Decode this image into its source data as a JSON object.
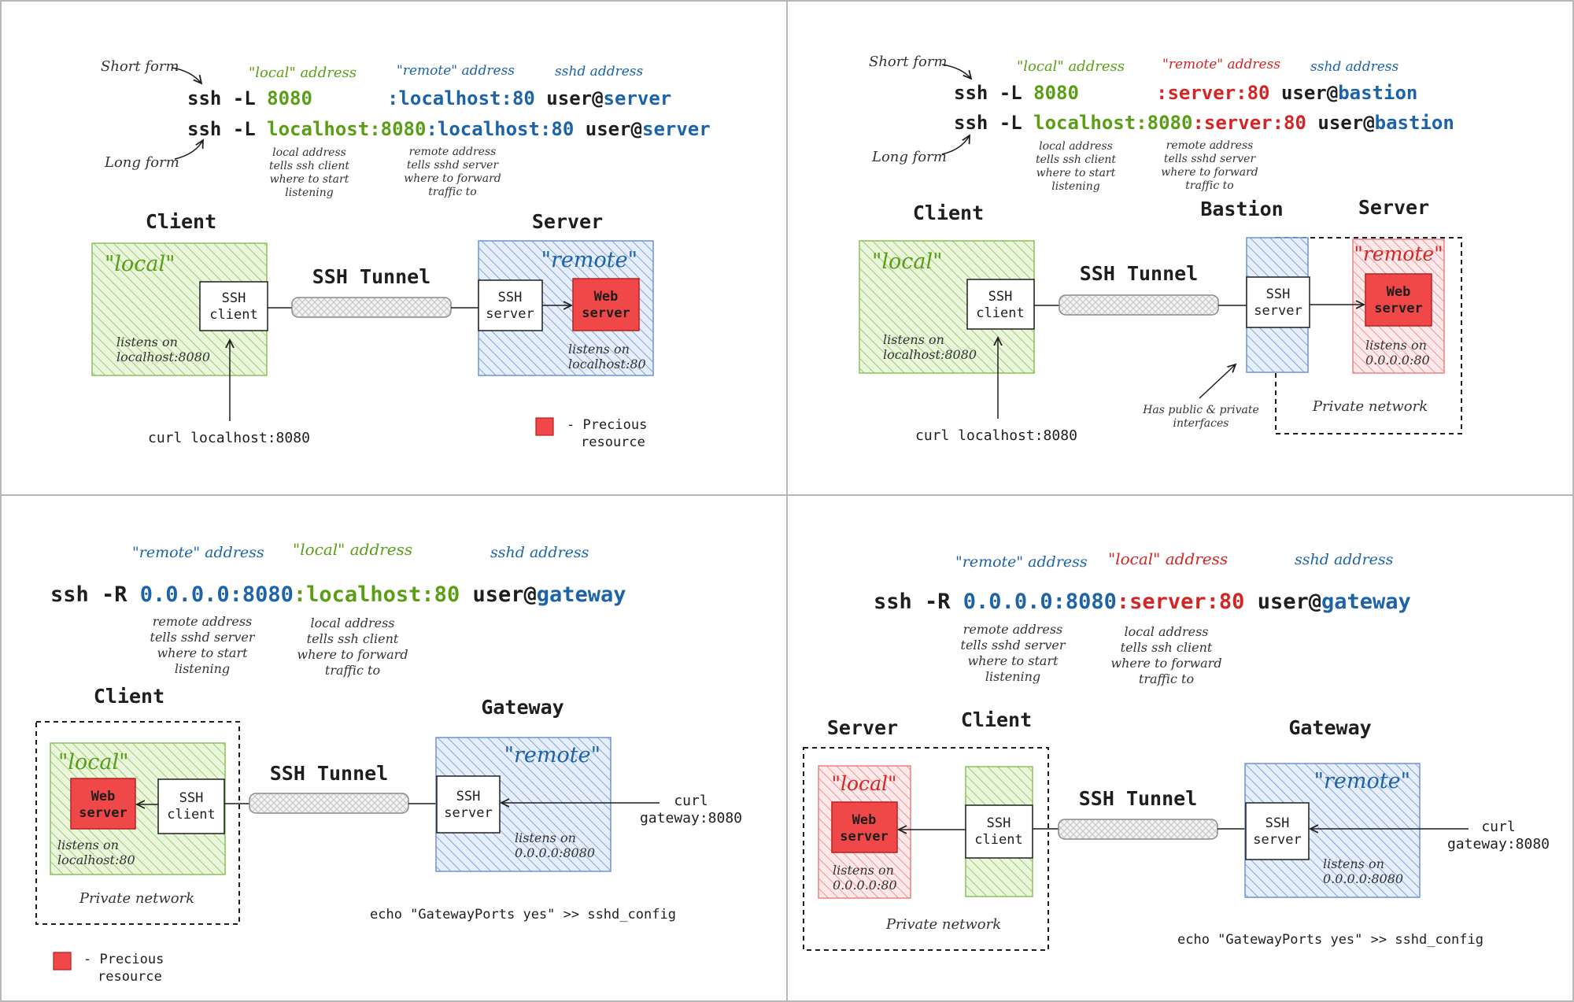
{
  "colors": {
    "local_green": "#5a9e16",
    "remote_blue": "#1c63a8",
    "precious_red": "#d42525",
    "resource_fill": "#f04848",
    "text": "#1e1e1e"
  },
  "panels": {
    "tl": {
      "short_form_label": "Short form",
      "long_form_label": "Long form",
      "hdr_local": "\"local\" address",
      "hdr_remote": "\"remote\" address",
      "hdr_sshd": "sshd address",
      "cmd_short": {
        "prefix": "ssh -L ",
        "local": "8080",
        "remote": ":localhost:80",
        "user": " user@",
        "host": "server"
      },
      "cmd_long": {
        "prefix": "ssh -L ",
        "local": "localhost:8080",
        "remote": ":localhost:80",
        "user": " user@",
        "host": "server"
      },
      "note_local": [
        "local address",
        "tells ssh client",
        "where to start",
        "listening"
      ],
      "note_remote": [
        "remote address",
        "tells sshd server",
        "where to forward",
        "traffic to"
      ],
      "client_title": "Client",
      "server_title": "Server",
      "local_tag": "\"local\"",
      "remote_tag": "\"remote\"",
      "tunnel_label": "SSH Tunnel",
      "ssh_client": [
        "SSH",
        "client"
      ],
      "ssh_server": [
        "SSH",
        "server"
      ],
      "web_server": [
        "Web",
        "server"
      ],
      "client_listens": [
        "listens on",
        "localhost:8080"
      ],
      "server_listens": [
        "listens on",
        "localhost:80"
      ],
      "curl": "curl localhost:8080",
      "legend": [
        "- Precious",
        "resource"
      ]
    },
    "tr": {
      "short_form_label": "Short form",
      "long_form_label": "Long form",
      "hdr_local": "\"local\" address",
      "hdr_remote": "\"remote\" address",
      "hdr_sshd": "sshd address",
      "cmd_short": {
        "prefix": "ssh -L ",
        "local": "8080",
        "remote": ":server:80",
        "user": " user@",
        "host": "bastion"
      },
      "cmd_long": {
        "prefix": "ssh -L ",
        "local": "localhost:8080",
        "remote": ":server:80",
        "user": " user@",
        "host": "bastion"
      },
      "note_local": [
        "local address",
        "tells ssh client",
        "where to start",
        "listening"
      ],
      "note_remote": [
        "remote address",
        "tells sshd server",
        "where to forward",
        "traffic to"
      ],
      "client_title": "Client",
      "bastion_title": "Bastion",
      "server_title": "Server",
      "local_tag": "\"local\"",
      "remote_tag": "\"remote\"",
      "tunnel_label": "SSH Tunnel",
      "ssh_client": [
        "SSH",
        "client"
      ],
      "ssh_server": [
        "SSH",
        "server"
      ],
      "web_server": [
        "Web",
        "server"
      ],
      "client_listens": [
        "listens on",
        "localhost:8080"
      ],
      "server_listens": [
        "listens on",
        "0.0.0.0:80"
      ],
      "bastion_note": [
        "Has public & private",
        "interfaces"
      ],
      "private_network": "Private network",
      "curl": "curl localhost:8080"
    },
    "bl": {
      "hdr_remote": "\"remote\" address",
      "hdr_local": "\"local\" address",
      "hdr_sshd": "sshd address",
      "cmd": {
        "prefix": "ssh -R ",
        "remote": "0.0.0.0:8080",
        "local": ":localhost:80",
        "user": " user@",
        "host": "gateway"
      },
      "note_remote": [
        "remote address",
        "tells sshd server",
        "where to start",
        "listening"
      ],
      "note_local": [
        "local address",
        "tells ssh client",
        "where to forward",
        "traffic to"
      ],
      "client_title": "Client",
      "gateway_title": "Gateway",
      "local_tag": "\"local\"",
      "remote_tag": "\"remote\"",
      "tunnel_label": "SSH Tunnel",
      "ssh_client": [
        "SSH",
        "client"
      ],
      "ssh_server": [
        "SSH",
        "server"
      ],
      "web_server": [
        "Web",
        "server"
      ],
      "web_listens": [
        "listens on",
        "localhost:80"
      ],
      "gateway_listens": [
        "listens on",
        "0.0.0.0:8080"
      ],
      "private_network": "Private network",
      "curl": [
        "curl",
        "gateway:8080"
      ],
      "echo": "echo \"GatewayPorts yes\" >> sshd_config",
      "legend": [
        "- Precious",
        "resource"
      ]
    },
    "br": {
      "hdr_remote": "\"remote\" address",
      "hdr_local": "\"local\" address",
      "hdr_sshd": "sshd address",
      "cmd": {
        "prefix": "ssh -R ",
        "remote": "0.0.0.0:8080",
        "local": ":server:80",
        "user": " user@",
        "host": "gateway"
      },
      "note_remote": [
        "remote address",
        "tells sshd server",
        "where to start",
        "listening"
      ],
      "note_local": [
        "local address",
        "tells ssh client",
        "where to forward",
        "traffic to"
      ],
      "server_title": "Server",
      "client_title": "Client",
      "gateway_title": "Gateway",
      "local_tag": "\"local\"",
      "remote_tag": "\"remote\"",
      "tunnel_label": "SSH Tunnel",
      "ssh_client": [
        "SSH",
        "client"
      ],
      "ssh_server": [
        "SSH",
        "server"
      ],
      "web_server": [
        "Web",
        "server"
      ],
      "web_listens": [
        "listens on",
        "0.0.0.0:80"
      ],
      "gateway_listens": [
        "listens on",
        "0.0.0.0:8080"
      ],
      "private_network": "Private network",
      "curl": [
        "curl",
        "gateway:8080"
      ],
      "echo": "echo \"GatewayPorts yes\" >> sshd_config"
    }
  }
}
